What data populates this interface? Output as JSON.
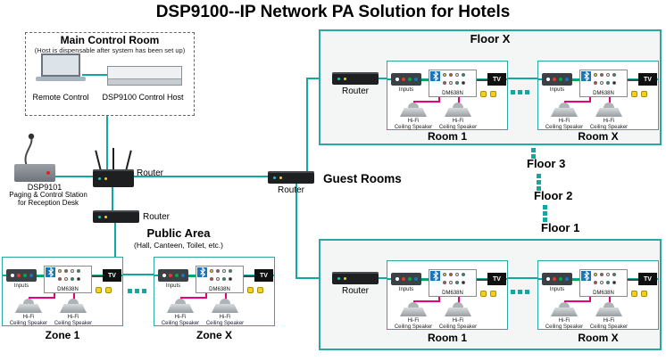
{
  "title": "DSP9100--IP Network PA Solution for Hotels",
  "control_room": {
    "title": "Main Control Room",
    "subtitle": "(Host is dispensable after system has been set up)",
    "remote_label": "Remote Control",
    "host_label": "DSP9100 Control Host"
  },
  "paging_station": {
    "model": "DSP9101",
    "line2": "Paging & Control Station",
    "line3": "for Reception Desk"
  },
  "labels": {
    "router": "Router",
    "guest_rooms": "Guest Rooms"
  },
  "public_area": {
    "title": "Public Area",
    "subtitle": "(Hall, Canteen, Toilet, etc.)",
    "zones": [
      "Zone 1",
      "Zone X"
    ]
  },
  "floors": {
    "top": {
      "name": "Floor X",
      "rooms": [
        "Room 1",
        "Room X"
      ]
    },
    "middle_labels": [
      "Floor 3",
      "Floor 2",
      "Floor 1"
    ],
    "bottom": {
      "rooms": [
        "Room 1",
        "Room X"
      ]
    }
  },
  "unit": {
    "inputs": "Inputs",
    "device": "DM638N",
    "tv": "TV",
    "speaker_line1": "Hi-Fi",
    "speaker_line2": "Ceiling Speaker"
  },
  "colors": {
    "line": "#12a7a1",
    "floor_border": "#2aa7a0",
    "bluetooth": "#1b75bc",
    "wire_pink": "#e6007e",
    "wire_green": "#00a651"
  }
}
